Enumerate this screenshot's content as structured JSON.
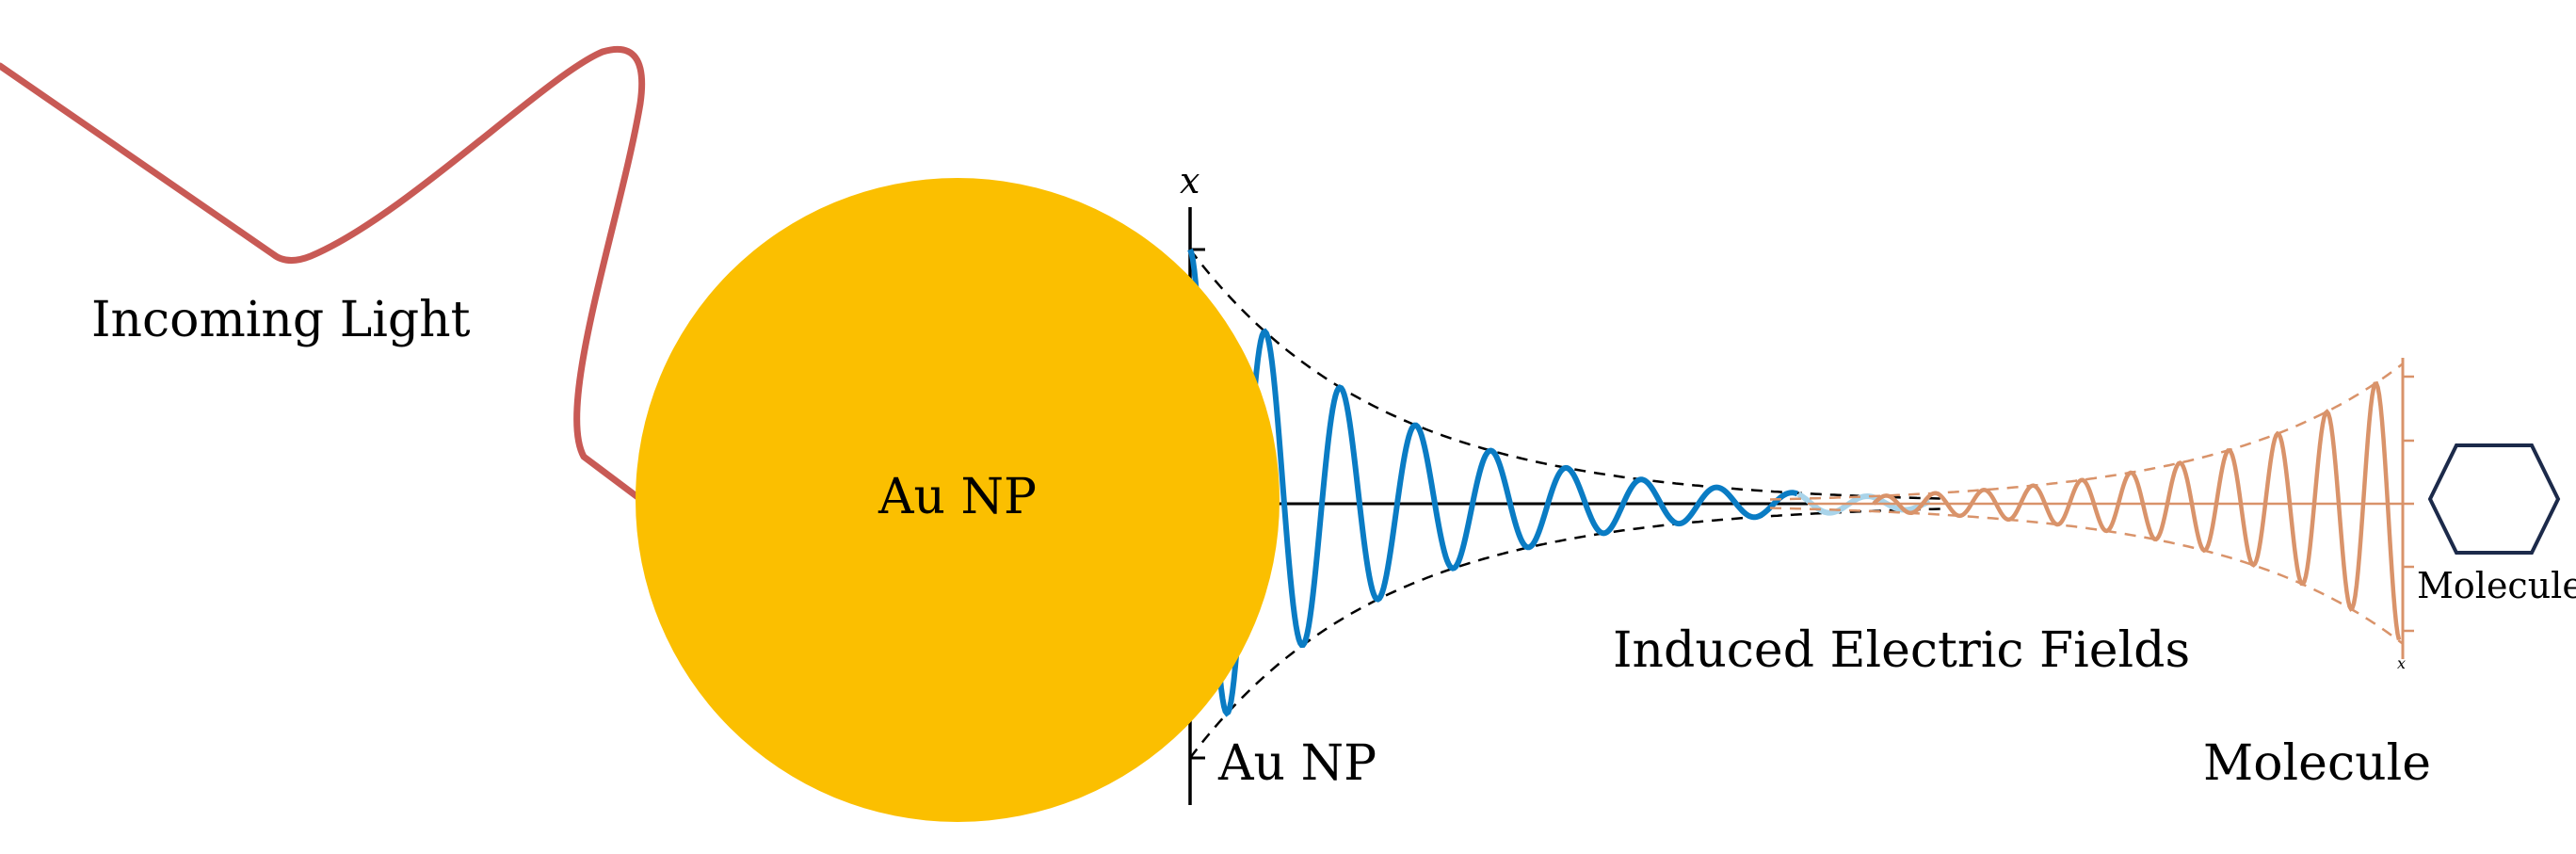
{
  "labels": {
    "incoming_light": "Incoming Light",
    "au_np_center": "Au NP",
    "au_np_bottom": "Au NP",
    "induced_fields": "Induced Electric Fields",
    "molecule_bottom": "Molecule",
    "molecule_side": "Molecule",
    "axis_x_left": "x",
    "axis_x_right": "x"
  },
  "colors": {
    "light_ray": "#c85a55",
    "nanoparticle": "#fbbf00",
    "field_blue": "#0a7cc4",
    "field_blue_faded": "#a9d4ea",
    "field_orange": "#d9936a",
    "axis": "#000000",
    "molecule_outline": "#1c2a4a"
  }
}
